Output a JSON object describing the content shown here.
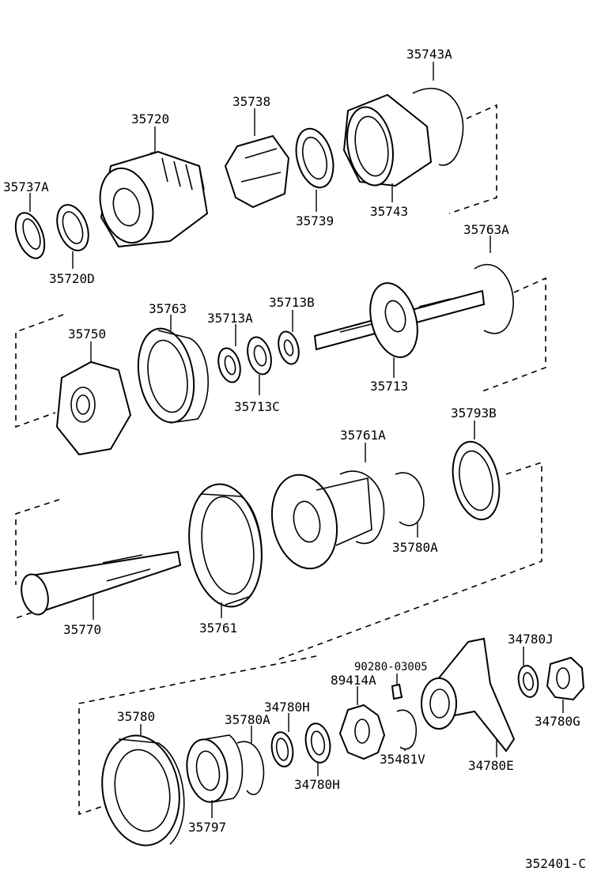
{
  "parts": {
    "p35743A": "35743A",
    "p35738": "35738",
    "p35720": "35720",
    "p35737A": "35737A",
    "p35739": "35739",
    "p35743": "35743",
    "p35720D": "35720D",
    "p35763A": "35763A",
    "p35763": "35763",
    "p35713A": "35713A",
    "p35713B": "35713B",
    "p35750": "35750",
    "p35713": "35713",
    "p35713C": "35713C",
    "p35793B": "35793B",
    "p35761A": "35761A",
    "p35780A_top": "35780A",
    "p35770": "35770",
    "p35761": "35761",
    "p34780J": "34780J",
    "p90280": "90280-03005",
    "p89414A": "89414A",
    "p34780H_top": "34780H",
    "p35780": "35780",
    "p35780A_bot": "35780A",
    "p34780G": "34780G",
    "p35481V": "35481V",
    "p34780E": "34780E",
    "p34780H_bot": "34780H",
    "p35797": "35797"
  },
  "figure_code": "352401-C"
}
